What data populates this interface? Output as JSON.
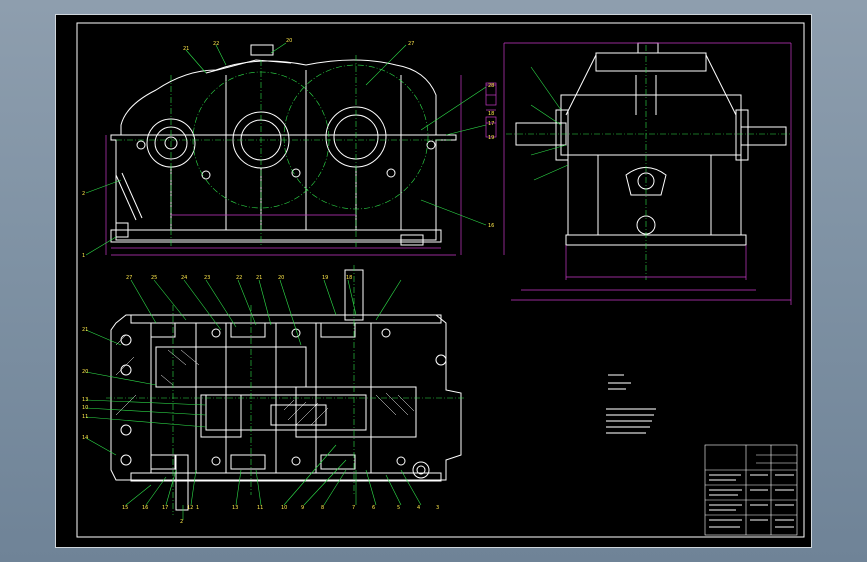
{
  "drawing": {
    "colors": {
      "outline": "#ffffff",
      "dimension": "#c838c8",
      "leader": "#2ee04a",
      "centerline": "#2ee04a",
      "label": "#ffe84a",
      "hatch": "#ffffff",
      "frame": "#ffffff"
    },
    "notes": {
      "title": "技术要求",
      "lines": [
        "……",
        "……"
      ]
    },
    "balloons_front": [
      "21",
      "22",
      "20",
      "27",
      "28",
      "18",
      "17",
      "19",
      "16",
      "2",
      "1"
    ],
    "balloons_plan_top": [
      "27",
      "25",
      "24",
      "23",
      "22",
      "21",
      "20",
      "19",
      "18"
    ],
    "balloons_plan_left": [
      "21",
      "20",
      "13",
      "10",
      "11",
      "14"
    ],
    "balloons_plan_bottom": [
      "15",
      "16",
      "17",
      "12",
      "13",
      "11",
      "10",
      "9",
      "8",
      "7",
      "6",
      "5",
      "4",
      "3",
      "2",
      "1"
    ]
  }
}
